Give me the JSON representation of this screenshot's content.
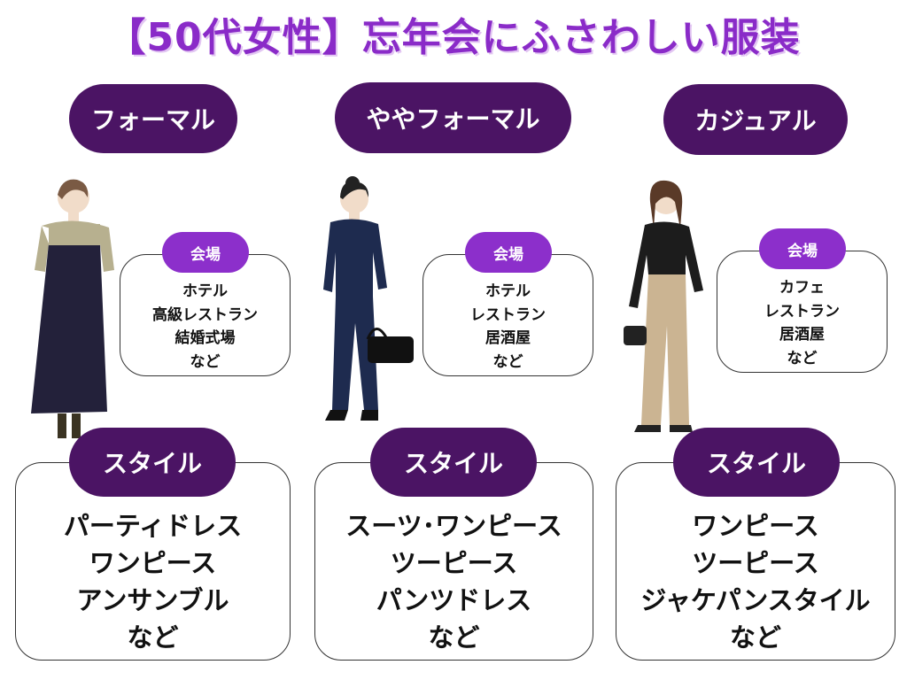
{
  "title": "【50代女性】忘年会にふさわしい服装",
  "venue_label": "会場",
  "style_label": "スタイル",
  "columns": [
    {
      "category": "フォーマル",
      "venues": [
        "ホテル",
        "高級レストラン",
        "結婚式場",
        "など"
      ],
      "styles": [
        "パーティドレス",
        "ワンピース",
        "アンサンブル",
        "など"
      ]
    },
    {
      "category": "ややフォーマル",
      "venues": [
        "ホテル",
        "レストラン",
        "居酒屋",
        "など"
      ],
      "styles": [
        "スーツ･ワンピース",
        "ツーピース",
        "パンツドレス",
        "など"
      ]
    },
    {
      "category": "カジュアル",
      "venues": [
        "カフェ",
        "レストラン",
        "居酒屋",
        "など"
      ],
      "styles": [
        "ワンピース",
        "ツーピース",
        "ジャケパンスタイル",
        "など"
      ]
    }
  ],
  "colors": {
    "title": "#8a2bc8",
    "category_pill": "#4b1464",
    "venue_pill": "#8c2fcb"
  }
}
